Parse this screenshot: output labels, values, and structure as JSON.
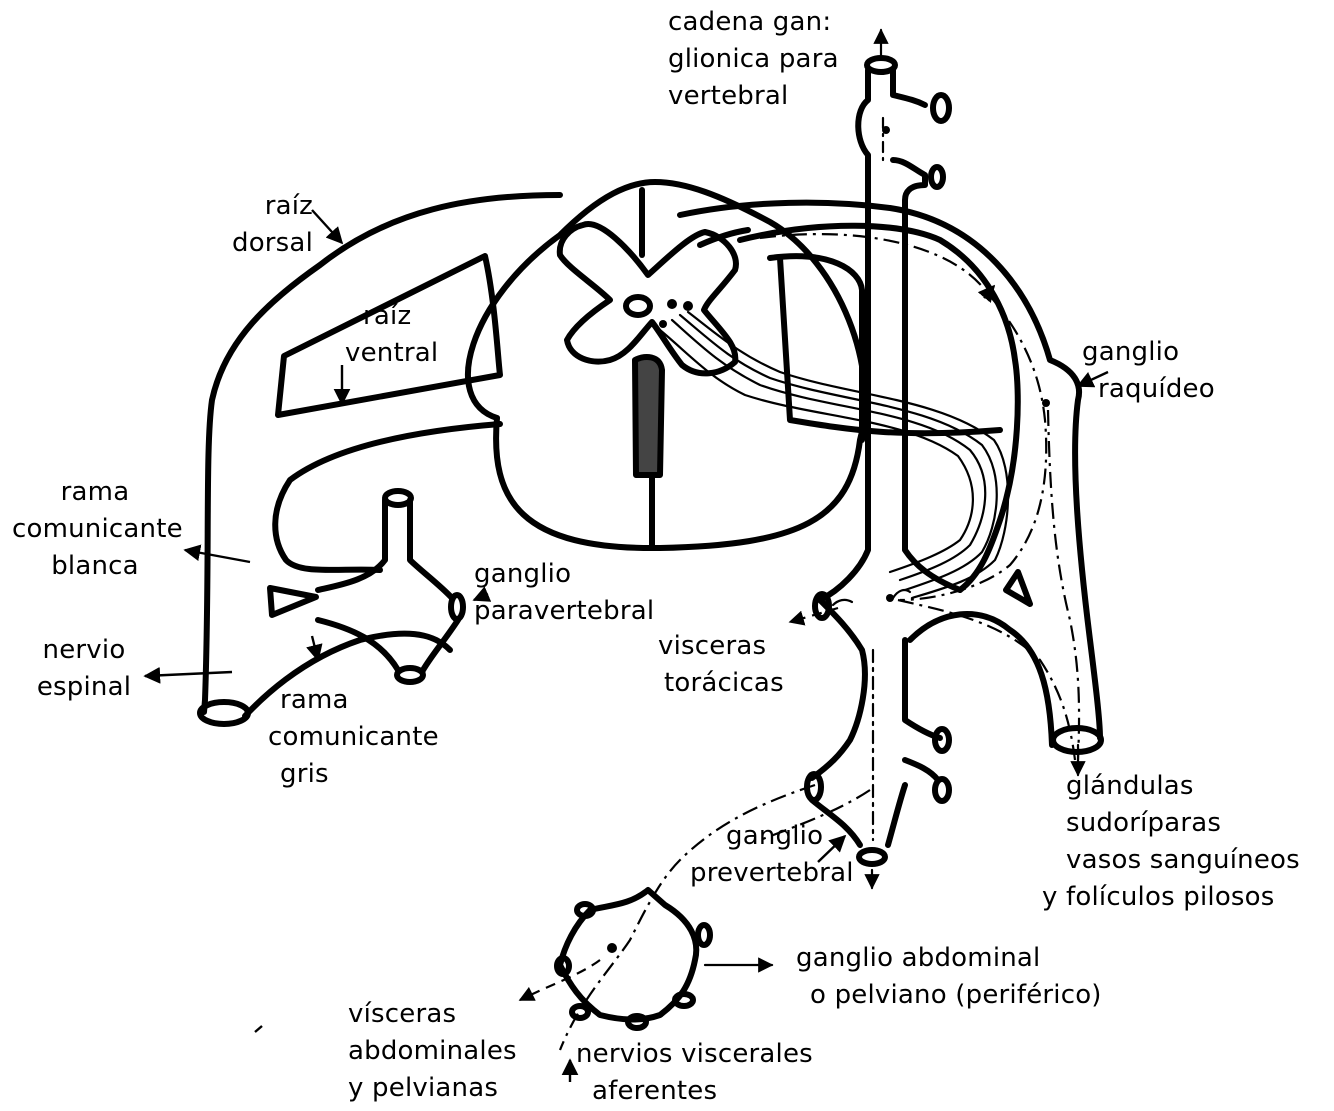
{
  "labels": {
    "cadena": [
      "cadena gan:",
      "glionica para",
      "vertebral"
    ],
    "raiz_dorsal": [
      "raíz",
      "dorsal"
    ],
    "raiz_ventral": [
      "raíz",
      "ventral"
    ],
    "ganglio_raquideo": [
      "ganglio",
      "raquídeo"
    ],
    "rama_blanca": [
      "rama",
      "comunicante",
      "blanca"
    ],
    "ganglio_paravertebral": [
      "ganglio",
      "paravertebral"
    ],
    "nervio_espinal": [
      "nervio",
      "espinal"
    ],
    "rama_gris": [
      "rama",
      "comunicante",
      "gris"
    ],
    "visceras_toracicas": [
      "visceras",
      "torácicas"
    ],
    "glandulas": [
      "glándulas",
      "sudoríparas",
      "vasos sanguíneos",
      "y folículos pilosos"
    ],
    "ganglio_prevertebral": [
      "ganglio",
      "prevertebral"
    ],
    "ganglio_abdominal": [
      "ganglio abdominal",
      "o pelviano (periférico)"
    ],
    "visceras_abdominales": [
      "vísceras",
      "abdominales",
      "y pelvianas"
    ],
    "nervios_viscerales": [
      "nervios viscerales",
      "aferentes"
    ]
  }
}
